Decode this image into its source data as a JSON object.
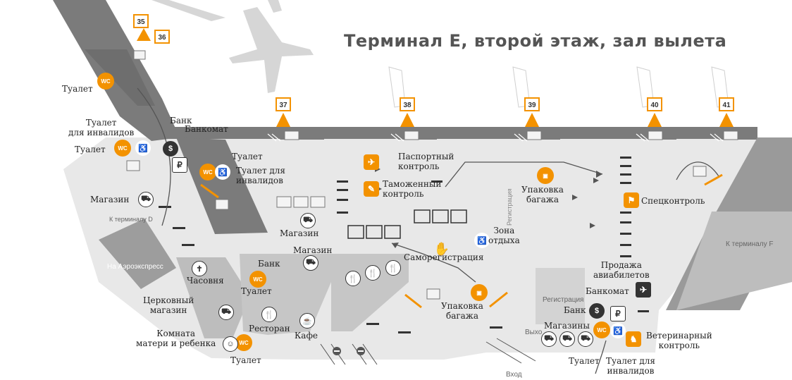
{
  "title": "Терминал E, второй этаж, зал вылета",
  "gates": [
    "35",
    "36",
    "37",
    "38",
    "39",
    "40",
    "41"
  ],
  "colors": {
    "accent": "#f39200",
    "floor": "#e6e6e6",
    "wall": "#7a7a7a",
    "zone": "#bdbdbd"
  },
  "labels": {
    "toilet_top": "Туалет",
    "toilet_disabled_left": "Туалет\nдля инвалидов",
    "toilet_left": "Туалет",
    "bank_top": "Банк",
    "atm_top": "Банкомат",
    "toilet_mid": "Туалет",
    "toilet_disabled_mid": "Туалет для\nинвалидов",
    "shop_left": "Магазин",
    "to_terminal_d": "К терминалу D",
    "passport_control": "Паспортный\nконтроль",
    "customs_control": "Таможенный\nконтроль",
    "baggage_wrap_top": "Упаковка\nбагажа",
    "security_control": "Спецконтроль",
    "shop_center": "Магазин",
    "rest_zone": "Зона\nотдыха",
    "registration_v": "Регистрация",
    "to_terminal_f": "К терминалу F",
    "aeroexpress": "На Аэроэкспресс",
    "chapel": "Часовня",
    "bank_mid": "Банк",
    "shop_mid": "Магазин",
    "toilet_low": "Туалет",
    "self_checkin": "Саморегистрация",
    "ticket_sales": "Продажа\nавиабилетов",
    "atm_right": "Банкомат",
    "registration_h": "Регистрация",
    "bank_right": "Банк",
    "church_shop": "Церковный\nмагазин",
    "restaurant": "Ресторан",
    "cafe": "Кафе",
    "baggage_wrap_low": "Упаковка\nбагажа",
    "shops_right": "Магазины",
    "vet_control": "Ветеринарный\nконтроль",
    "mother_child": "Комната\nматери и ребенка",
    "toilet_bottom_left": "Туалет",
    "toilet_bottom_right": "Туалет",
    "toilet_disabled_right": "Туалет для\nинвалидов",
    "exit_short": "Выхо",
    "entrance": "Вход"
  },
  "icons": {
    "wc": "WC",
    "ruble": "₽"
  }
}
